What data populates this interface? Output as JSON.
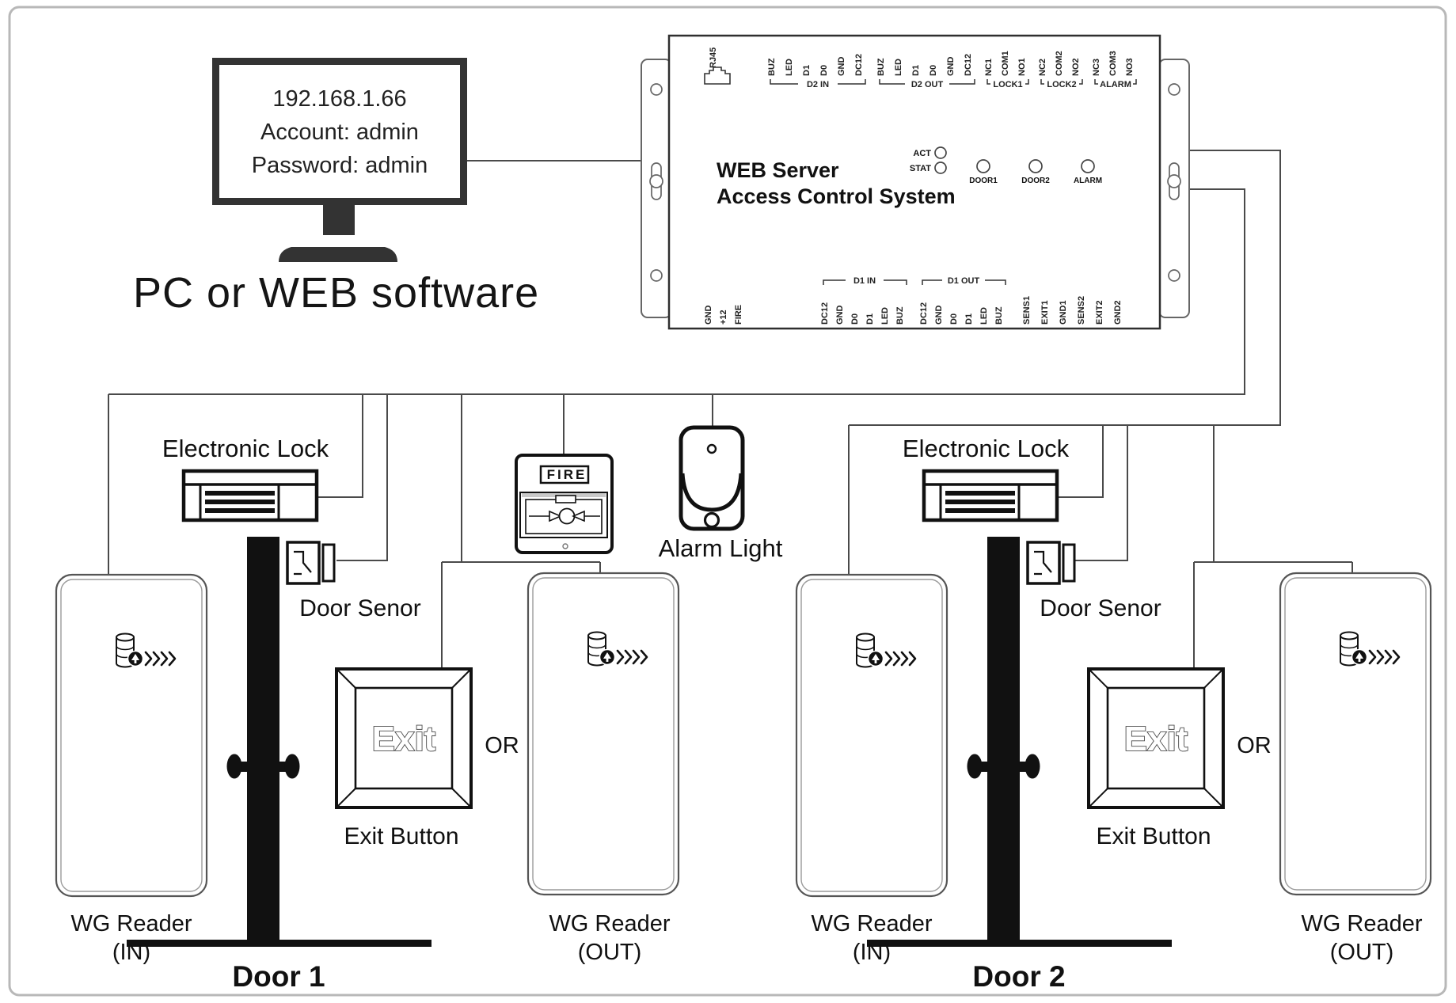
{
  "pc": {
    "screen_lines": [
      "192.168.1.66",
      "Account: admin",
      "Password: admin"
    ],
    "caption": "PC or WEB software"
  },
  "controller": {
    "title1": "WEB Server",
    "title2": "Access Control System",
    "rj45": "RJ45",
    "led_act": "ACT",
    "led_stat": "STAT",
    "led_door1": "DOOR1",
    "led_door2": "DOOR2",
    "led_alarm": "ALARM",
    "top_groups": [
      {
        "label": "D2 IN",
        "pins": [
          "BUZ",
          "LED",
          "D1",
          "D0",
          "GND",
          "DC12"
        ]
      },
      {
        "label": "D2 OUT",
        "pins": [
          "BUZ",
          "LED",
          "D1",
          "D0",
          "GND",
          "DC12"
        ]
      },
      {
        "label": "LOCK1",
        "pins": [
          "NC1",
          "COM1",
          "NO1"
        ]
      },
      {
        "label": "LOCK2",
        "pins": [
          "NC2",
          "COM2",
          "NO2"
        ]
      },
      {
        "label": "ALARM",
        "pins": [
          "NC3",
          "COM3",
          "NO3"
        ]
      }
    ],
    "power_pins": [
      "GND",
      "+12",
      "FIRE"
    ],
    "bottom_groups": [
      {
        "label": "D1 IN",
        "pins": [
          "DC12",
          "GND",
          "D0",
          "D1",
          "LED",
          "BUZ"
        ]
      },
      {
        "label": "D1 OUT",
        "pins": [
          "DC12",
          "GND",
          "D0",
          "D1",
          "LED",
          "BUZ"
        ]
      }
    ],
    "io_pins": [
      "SENS1",
      "EXIT1",
      "GND1",
      "SENS2",
      "EXIT2",
      "GND2"
    ]
  },
  "fire": {
    "label": "FIRE"
  },
  "alarm_light": {
    "label": "Alarm Light"
  },
  "door1": {
    "lock_label": "Electronic Lock",
    "sensor_label": "Door Senor",
    "reader_in_l1": "WG Reader",
    "reader_in_l2": "(IN)",
    "exit_text": "Exit",
    "or_label": "OR",
    "exit_caption": "Exit Button",
    "reader_out_l1": "WG Reader",
    "reader_out_l2": "(OUT)",
    "door_label": "Door 1"
  },
  "door2": {
    "lock_label": "Electronic Lock",
    "sensor_label": "Door Senor",
    "reader_in_l1": "WG Reader",
    "reader_in_l2": "(IN)",
    "exit_text": "Exit",
    "or_label": "OR",
    "exit_caption": "Exit Button",
    "reader_out_l1": "WG Reader",
    "reader_out_l2": "(OUT)",
    "door_label": "Door 2"
  }
}
